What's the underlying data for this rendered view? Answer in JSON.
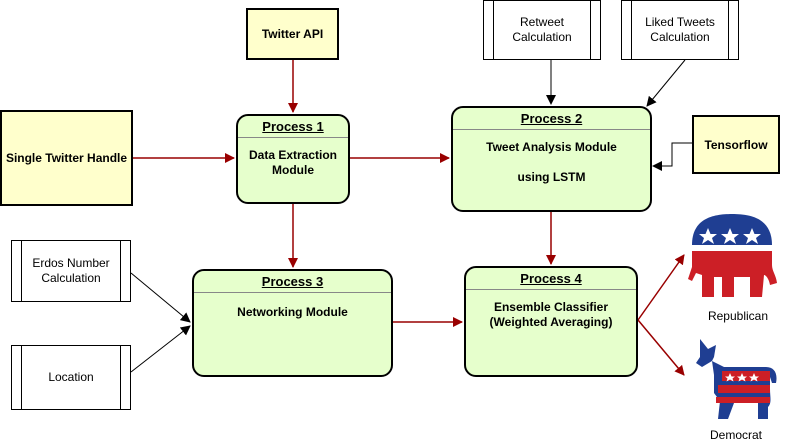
{
  "external": {
    "twitter_api": "Twitter API",
    "single_twitter_handle": "Single Twitter Handle",
    "tensorflow": "Tensorflow"
  },
  "stores": {
    "retweet": [
      "Retweet",
      "Calculation"
    ],
    "liked_tweets": [
      "Liked Tweets",
      "Calculation"
    ],
    "erdos": [
      "Erdos Number",
      "Calculation"
    ],
    "location": [
      "Location"
    ]
  },
  "processes": {
    "p1": {
      "title": "Process 1",
      "lines": [
        "Data Extraction",
        "Module"
      ]
    },
    "p2": {
      "title": "Process 2",
      "lines": [
        "Tweet Analysis Module",
        "",
        "using LSTM"
      ]
    },
    "p3": {
      "title": "Process 3",
      "lines": [
        "Networking Module"
      ]
    },
    "p4": {
      "title": "Process 4",
      "lines": [
        "Ensemble Classifier",
        "(Weighted Averaging)"
      ]
    }
  },
  "outputs": {
    "republican": "Republican",
    "democrat": "Democrat"
  },
  "colors": {
    "flow_arrow": "#990000",
    "input_arrow": "#000000",
    "process_fill": "#e6ffcc",
    "external_fill": "#ffffcc",
    "party_red": "#cc1f26",
    "party_blue": "#1f3e92"
  }
}
